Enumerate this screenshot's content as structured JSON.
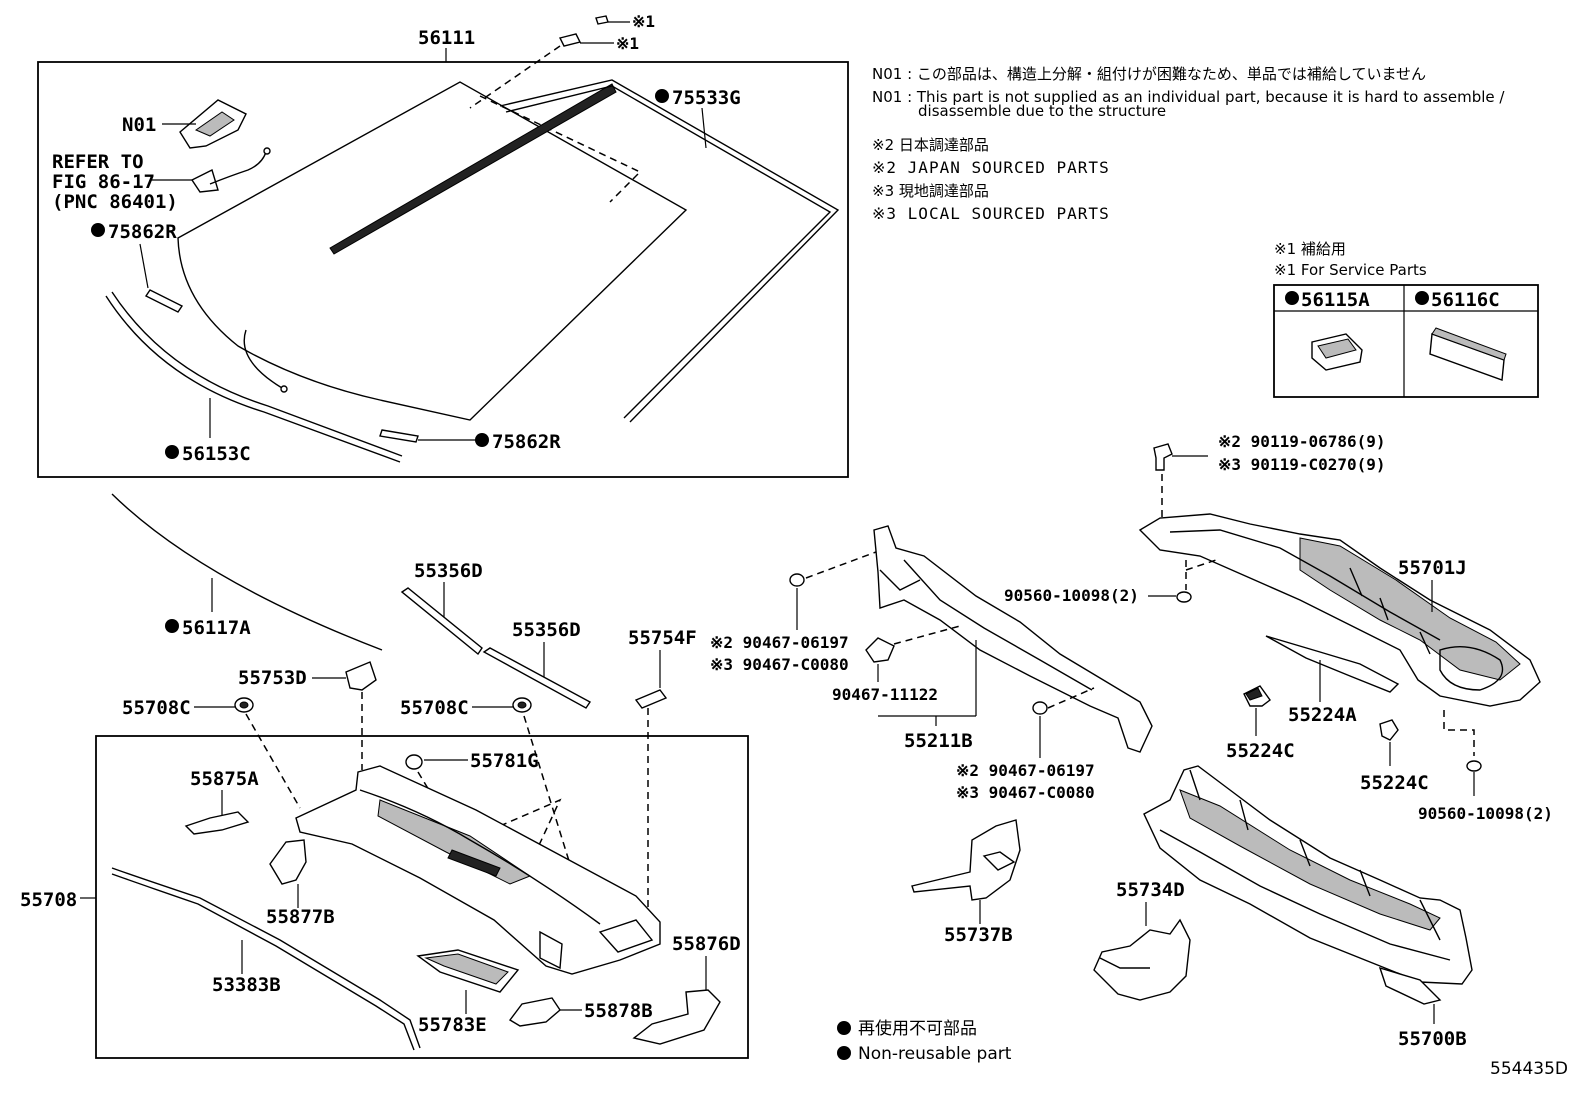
{
  "labels": {
    "p56111": "56111",
    "n01": "N01",
    "refer1": "REFER TO",
    "refer2": "FIG 86-17",
    "refer3": "(PNC 86401)",
    "p75533g": "75533G",
    "p75862r_a": "75862R",
    "p75862r_b": "75862R",
    "p56153c": "56153C",
    "p56117a": "56117A",
    "p55356d_a": "55356D",
    "p55356d_b": "55356D",
    "p55754f": "55754F",
    "p55753d": "55753D",
    "p55708c_a": "55708C",
    "p55708c_b": "55708C",
    "p55781g": "55781G",
    "p55875a": "55875A",
    "p55708": "55708",
    "p55877b": "55877B",
    "p53383b": "53383B",
    "p55783e": "55783E",
    "p55878b": "55878B",
    "p55876d": "55876D",
    "p90467_06197_a": "※2 90467-06197",
    "p90467_c0080_a": "※3 90467-C0080",
    "p90467_11122": "90467-11122",
    "p55211b": "55211B",
    "p90467_06197_b": "※2 90467-06197",
    "p90467_c0080_b": "※3 90467-C0080",
    "p55737b": "55737B",
    "p55734d": "55734D",
    "p90119_06786": "※2 90119-06786(9)",
    "p90119_c0270": "※3 90119-C0270(9)",
    "p90560_a": "90560-10098(2)",
    "p55701j": "55701J",
    "p55224a": "55224A",
    "p55224c_a": "55224C",
    "p55224c_b": "55224C",
    "p90560_b": "90560-10098(2)",
    "p55700b": "55700B",
    "star1_a": "※1",
    "star1_b": "※1"
  },
  "notes": {
    "n01_jp": "N01 : この部品は、構造上分解・組付けが困難なため、単品では補給していません",
    "n01_en1": "N01 :  This part is not supplied as an individual part, because it is hard to assemble /",
    "n01_en2": "disassemble due to the structure",
    "star2_jp": "※2 日本調達部品",
    "star2_en": "※2 JAPAN SOURCED PARTS",
    "star3_jp": "※3 現地調達部品",
    "star3_en": "※3 LOCAL SOURCED PARTS"
  },
  "service_box": {
    "title_jp": "※1 補給用",
    "title_en": "※1 For Service Parts",
    "col1": "56115A",
    "col2": "56116C"
  },
  "legend": {
    "jp": "再使用不可部品",
    "en": "Non-reusable part"
  },
  "figure_id": "554435D"
}
